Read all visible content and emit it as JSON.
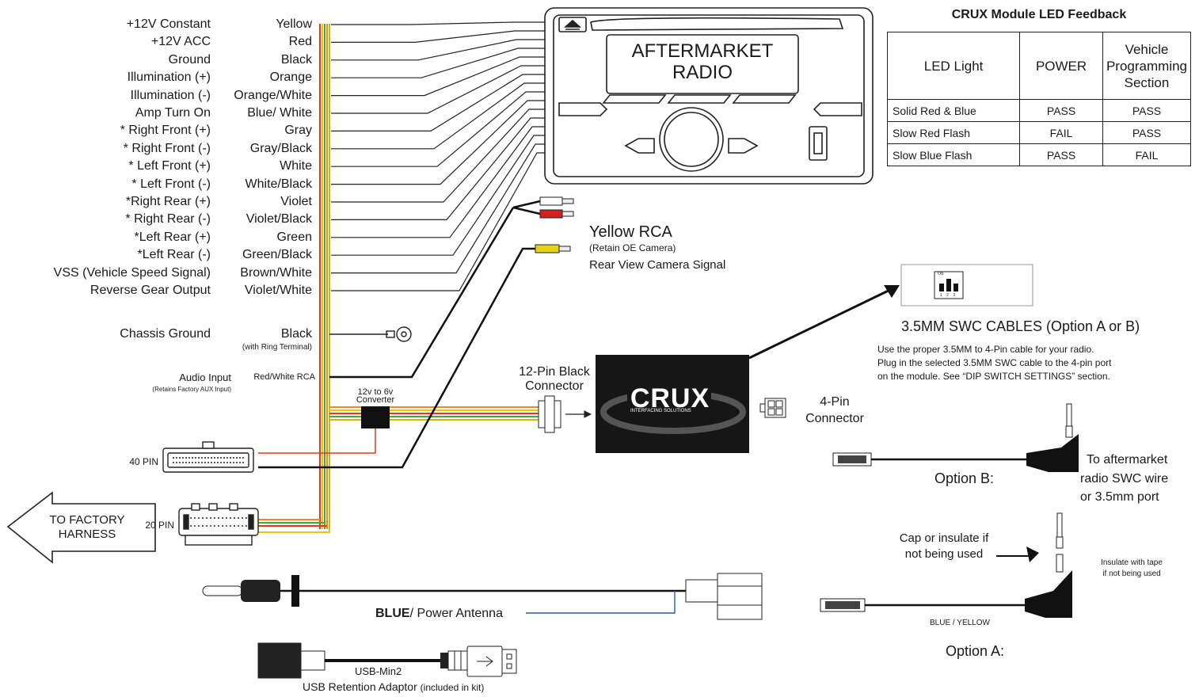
{
  "wires": [
    {
      "function": "+12V Constant",
      "color": "Yellow"
    },
    {
      "function": "+12V ACC",
      "color": "Red"
    },
    {
      "function": "Ground",
      "color": "Black"
    },
    {
      "function": "Illumination (+)",
      "color": "Orange"
    },
    {
      "function": "Illumination (-)",
      "color": "Orange/White"
    },
    {
      "function": "Amp Turn On",
      "color": "Blue/ White"
    },
    {
      "function": "* Right Front (+)",
      "color": "Gray"
    },
    {
      "function": "* Right Front (-)",
      "color": "Gray/Black"
    },
    {
      "function": "* Left Front (+)",
      "color": "White"
    },
    {
      "function": "* Left Front (-)",
      "color": "White/Black"
    },
    {
      "function": "*Right Rear (+)",
      "color": "Violet"
    },
    {
      "function": "* Right Rear (-)",
      "color": "Violet/Black"
    },
    {
      "function": "*Left Rear (+)",
      "color": "Green"
    },
    {
      "function": "*Left Rear (-)",
      "color": "Green/Black"
    },
    {
      "function": "VSS (Vehicle Speed Signal)",
      "color": "Brown/White"
    },
    {
      "function": "Reverse Gear Output",
      "color": "Violet/White"
    }
  ],
  "chassis": {
    "function": "Chassis Ground",
    "color": "Black",
    "note": "(with Ring Terminal)"
  },
  "audio": {
    "function": "Audio Input",
    "note": "(Retains Factory AUX Input)",
    "color": "Red/White RCA"
  },
  "converter": {
    "line1": "12v to 6v",
    "line2": "Converter"
  },
  "pin40": "40 PIN",
  "pin20": "20 PIN",
  "factory": {
    "line1": "TO FACTORY",
    "line2": "HARNESS"
  },
  "radio": {
    "line1": "AFTERMARKET",
    "line2": "RADIO"
  },
  "rca": {
    "title": "Yellow RCA",
    "sub": "(Retain OE Camera)",
    "desc": "Rear View Camera Signal"
  },
  "connector12": {
    "line1": "12-Pin Black",
    "line2": "Connector"
  },
  "crux": {
    "logo": "CRUX",
    "tag": "INTERFACING SOLUTIONS"
  },
  "connector4": {
    "line1": "4-Pin",
    "line2": "Connector"
  },
  "dip": {
    "on": "ON",
    "nums": "1 2 3"
  },
  "swc": {
    "title": "3.5MM SWC CABLES (Option A or B)",
    "line1": "Use the proper 3.5MM to 4-Pin cable for your radio.",
    "line2": "Plug in the selected 3.5MM SWC cable to the 4-pin port",
    "line3": "on the module. See “DIP SWITCH SETTINGS” section."
  },
  "optionB": {
    "label": "Option B:",
    "to1": "To aftermarket",
    "to2": "radio SWC wire",
    "to3": "or 3.5mm port"
  },
  "optionA": {
    "label": "Option A:",
    "cap1": "Cap or insulate if",
    "cap2": "not being used",
    "tape1": "Insulate with tape",
    "tape2": "if not being used",
    "wire": "BLUE / YELLOW"
  },
  "antenna": {
    "bold": "BLUE",
    "rest": "/ Power Antenna"
  },
  "usb": {
    "cable": "USB-Min2",
    "label": "USB Retention Adaptor",
    "note": "(included in kit)"
  },
  "led_table": {
    "title": "CRUX Module LED Feedback",
    "headers": [
      "LED Light",
      "POWER",
      "Vehicle Programming Section"
    ],
    "rows": [
      [
        "Solid Red & Blue",
        "PASS",
        "PASS"
      ],
      [
        "Slow Red Flash",
        "FAIL",
        "PASS"
      ],
      [
        "Slow Blue Flash",
        "PASS",
        "FAIL"
      ]
    ]
  },
  "colors": {
    "wire_yellow": "#f2c400",
    "wire_red": "#e03a1e",
    "wire_green": "#49a83b",
    "wire_orange": "#f08a1c",
    "wire_blue": "#2a5caa",
    "crux_bg": "#161616"
  }
}
